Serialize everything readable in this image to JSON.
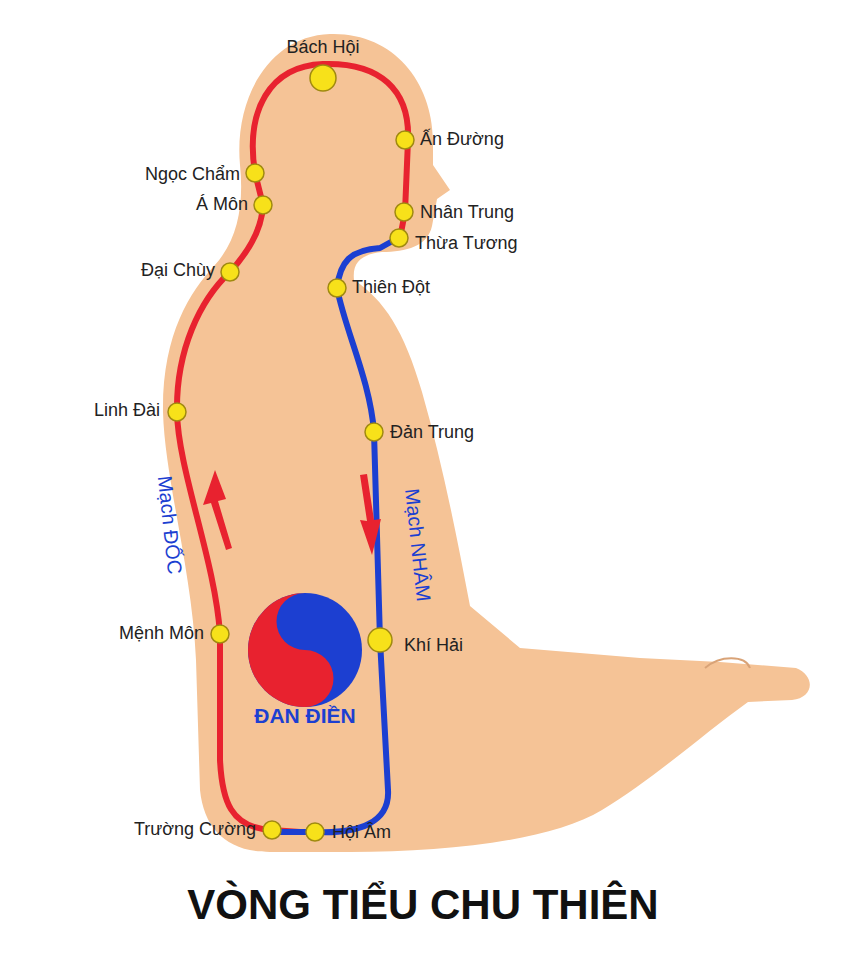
{
  "diagram": {
    "title": "VÒNG TIỂU CHU THIÊN",
    "labels": [
      "Bách Hội",
      "Ấn Đường",
      "Ngọc Chẩm",
      "Á Môn",
      "Nhân Trung",
      "Thừa Tương",
      "Đại Chùy",
      "Thiên Đột",
      "Linh Đài",
      "Đản Trung",
      "Mạch ĐỐC",
      "Mạch NHÂM",
      "Mệnh Môn",
      "Khí Hải",
      "ĐAN ĐIỀN",
      "Trường Cường",
      "Hội Âm"
    ]
  }
}
